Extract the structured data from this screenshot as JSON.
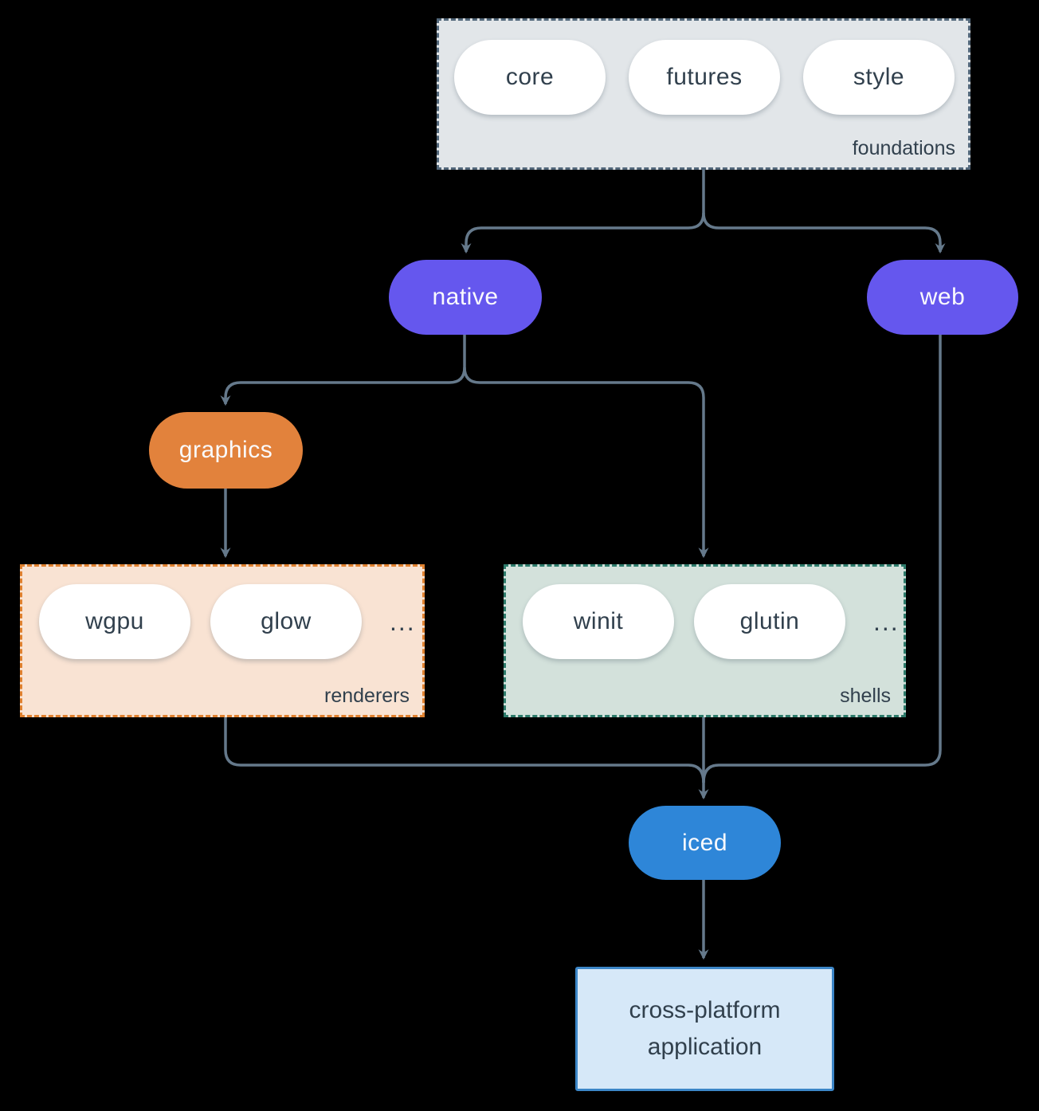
{
  "colors": {
    "background": "#000000",
    "connector": "#65798b",
    "node_purple": "#6557ee",
    "node_orange": "#e2823c",
    "node_blue": "#2e86d8",
    "foundations_bg": "#e2e6e9",
    "foundations_border": "#52677a",
    "renderers_bg": "#f9e3d3",
    "renderers_border": "#e0812f",
    "shells_bg": "#d3e1db",
    "shells_border": "#2d7b6b",
    "application_bg": "#d6e8f8",
    "application_border": "#3c86c7",
    "dark_text": "#31404d"
  },
  "groups": {
    "foundations": {
      "label": "foundations",
      "items": [
        "core",
        "futures",
        "style"
      ]
    },
    "renderers": {
      "label": "renderers",
      "items": [
        "wgpu",
        "glow"
      ],
      "more": "..."
    },
    "shells": {
      "label": "shells",
      "items": [
        "winit",
        "glutin"
      ],
      "more": "..."
    }
  },
  "nodes": {
    "native": {
      "label": "native"
    },
    "web": {
      "label": "web"
    },
    "graphics": {
      "label": "graphics"
    },
    "iced": {
      "label": "iced"
    },
    "application": {
      "label": "cross-platform application"
    }
  },
  "edges": [
    {
      "from": "foundations",
      "to": "native"
    },
    {
      "from": "foundations",
      "to": "web"
    },
    {
      "from": "native",
      "to": "graphics"
    },
    {
      "from": "native",
      "to": "shells"
    },
    {
      "from": "graphics",
      "to": "renderers"
    },
    {
      "from": "renderers",
      "to": "iced"
    },
    {
      "from": "shells",
      "to": "iced"
    },
    {
      "from": "web",
      "to": "iced"
    },
    {
      "from": "iced",
      "to": "application"
    }
  ]
}
